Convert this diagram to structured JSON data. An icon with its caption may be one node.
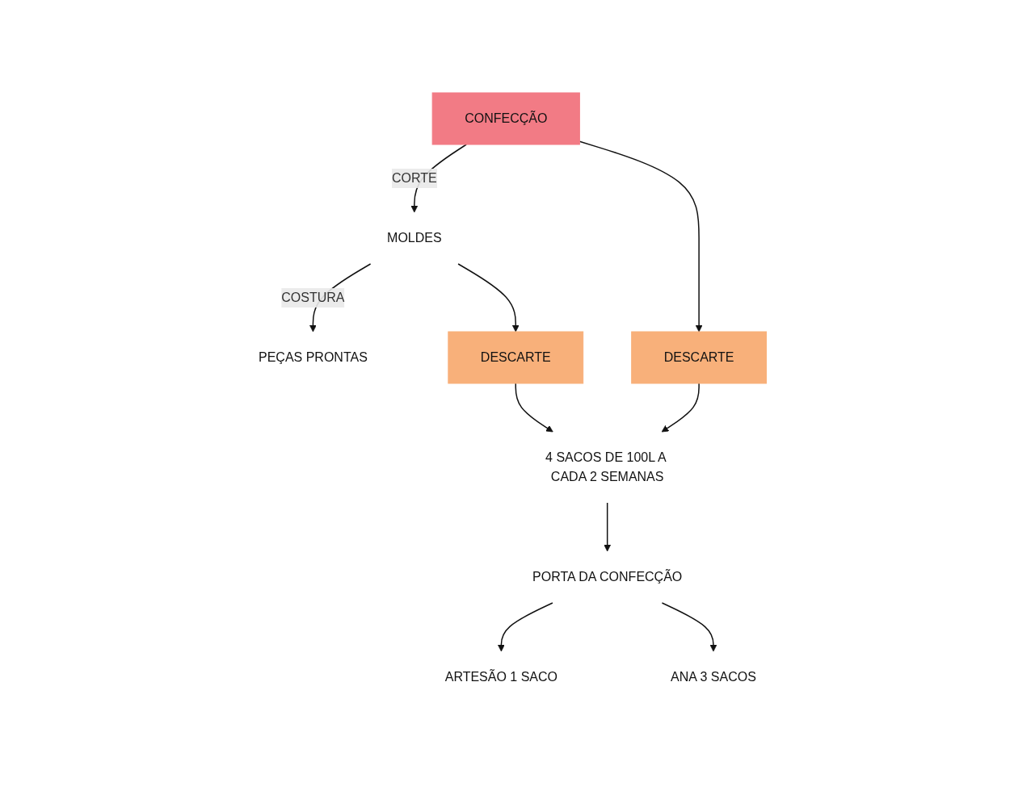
{
  "diagram": {
    "nodes": [
      {
        "text": [
          "CONFECÇÃO"
        ]
      },
      {
        "text": [
          "MOLDES"
        ]
      },
      {
        "text": [
          "PEÇAS PRONTAS"
        ]
      },
      {
        "text": [
          "DESCARTE"
        ]
      },
      {
        "text": [
          "DESCARTE"
        ]
      },
      {
        "text": [
          "4 SACOS DE 100L A CADA 2 SEMANAS"
        ]
      },
      {
        "text": [
          "PORTA DA CONFECÇÃO"
        ]
      },
      {
        "text": [
          "ARTESÃO 1 SACO"
        ]
      },
      {
        "text": [
          "ANA 3 SACOS"
        ]
      }
    ],
    "edges": [
      {
        "from": 0,
        "to": 1,
        "arrow": "to",
        "label": "CORTE"
      },
      {
        "from": 1,
        "to": 2,
        "arrow": "to",
        "label": "COSTURA"
      },
      {
        "from": 0,
        "to": 3,
        "arrow": "to"
      },
      {
        "from": 1,
        "to": 4,
        "arrow": "to"
      },
      {
        "from": 3,
        "to": 5,
        "arrow": "to"
      },
      {
        "from": 4,
        "to": 5,
        "arrow": "to"
      },
      {
        "from": 5,
        "to": 6,
        "arrow": "to"
      },
      {
        "from": 6,
        "to": 7,
        "arrow": "to"
      },
      {
        "from": 6,
        "to": 8,
        "arrow": "to"
      }
    ]
  }
}
